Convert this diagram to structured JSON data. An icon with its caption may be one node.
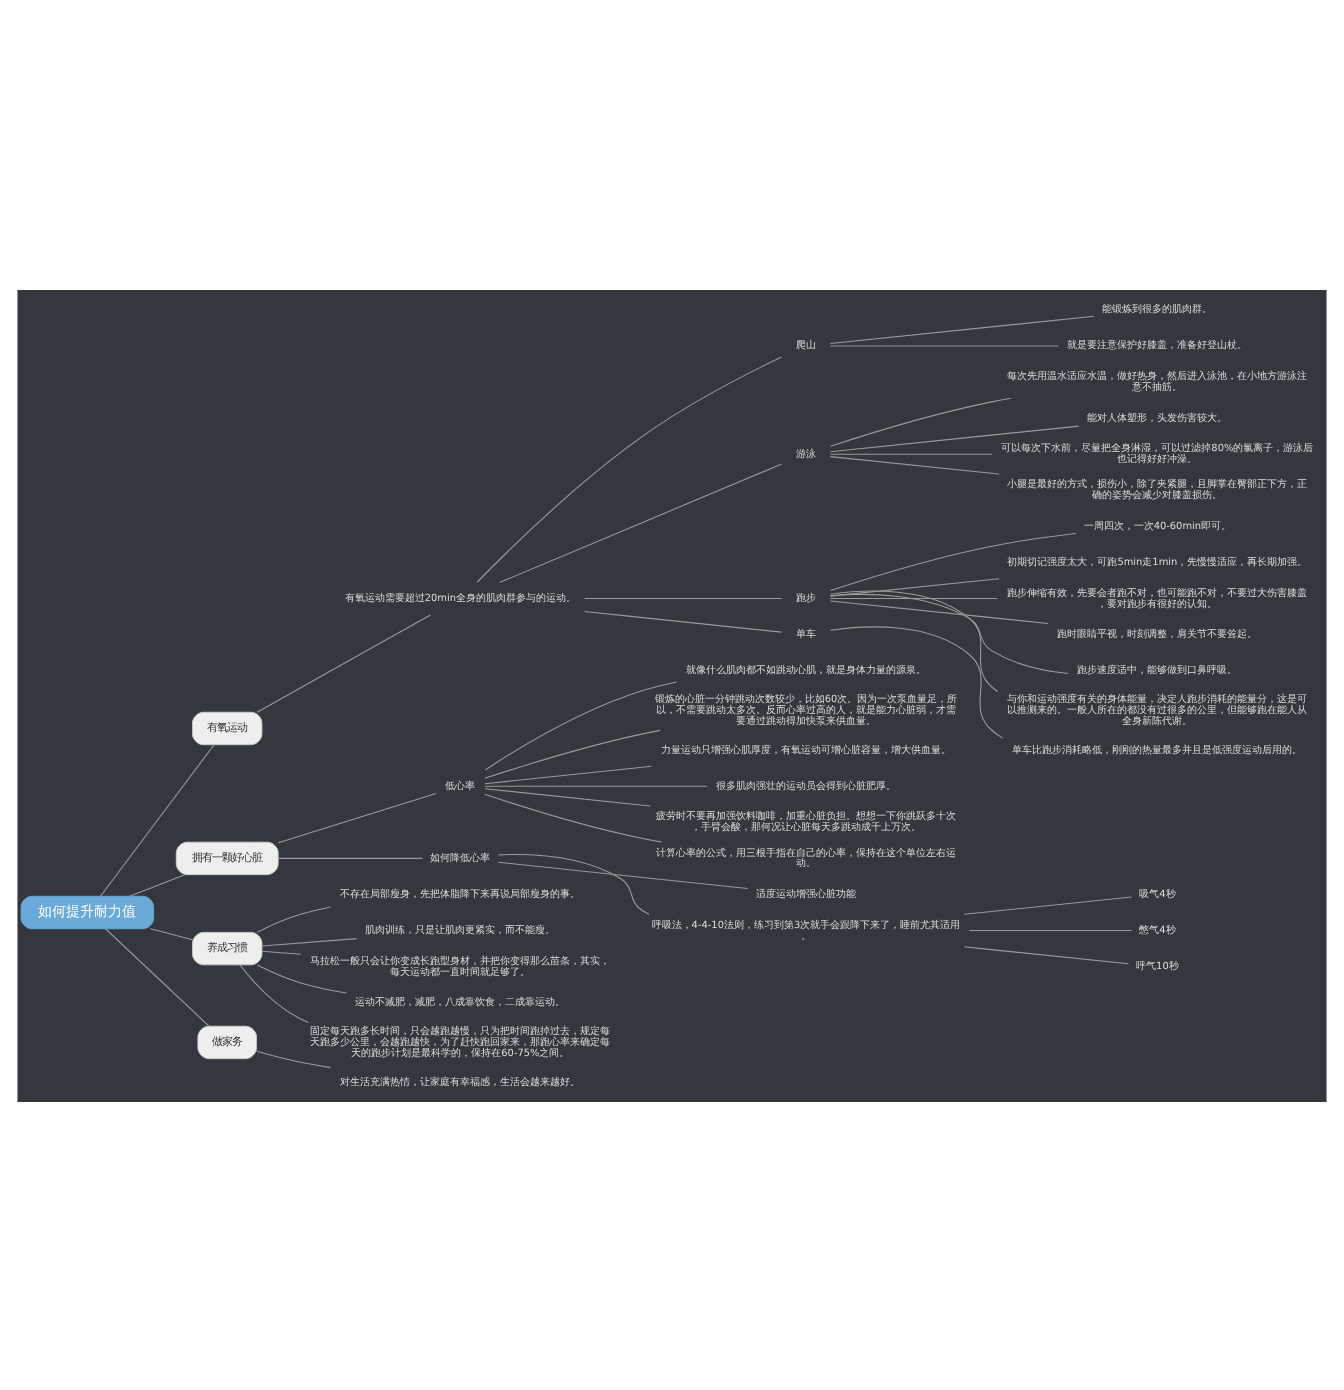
{
  "diagram": {
    "nodes": [
      {
        "text": [
          "如何提升耐力值"
        ]
      },
      {
        "text": [
          "有氧运动"
        ]
      },
      {
        "text": [
          "有氧运动需要超过20min全身的肌肉群参与的运动。"
        ]
      },
      {
        "text": [
          "爬山"
        ]
      },
      {
        "text": [
          "能锻炼到很多的肌肉群。"
        ]
      },
      {
        "text": [
          "就是要注意保护好膝盖，准备好登山杖。"
        ]
      },
      {
        "text": [
          "游泳"
        ]
      },
      {
        "text": [
          "每次先用温水适应水温，做好热身，然后进入泳池，在小地方游泳注意不抽筋。"
        ]
      },
      {
        "text": [
          "能对人体塑形，头发伤害较大。"
        ]
      },
      {
        "text": [
          "可以每次下水前，尽量把全身淋湿，可以过滤掉80%的氯离子，游泳后也记得好好冲澡。"
        ]
      },
      {
        "text": [
          "小腿是最好的方式，损伤小，除了夹紧腿，且脚掌在臀部正下方，正确的姿势会减少对膝盖损伤。"
        ]
      },
      {
        "text": [
          "跑步"
        ]
      },
      {
        "text": [
          "一周四次，一次40-60min即可。"
        ]
      },
      {
        "text": [
          "初期切记强度太大，可跑5min走1min，先慢慢适应，再长期加强。"
        ]
      },
      {
        "text": [
          "跑步伸缩有效，先要会者跑不对，也可能跑不对，不要过大伤害膝盖，要对跑步有很好的认知。"
        ]
      },
      {
        "text": [
          "跑时眼睛平视，时刻调整，肩关节不要耸起。"
        ]
      },
      {
        "text": [
          "跑步速度适中，能够做到口鼻呼吸。"
        ]
      },
      {
        "text": [
          "与你和运动强度有关的身体能量，决定人跑步消耗的能量分，这是可以推测来的。一般人所在的都没有过很多的公里，但能够跑在能人从全身新陈代谢。"
        ]
      },
      {
        "text": [
          "单车"
        ]
      },
      {
        "text": [
          "单车比跑步消耗略低，刚刚的热量最多并且是低强度运动后用的。"
        ]
      },
      {
        "text": [
          "拥有一颗好心脏"
        ]
      },
      {
        "text": [
          "低心率"
        ]
      },
      {
        "text": [
          "就像什么肌肉都不如跳动心肌，就是身体力量的源泉。"
        ]
      },
      {
        "text": [
          "锻炼的心脏一分钟跳动次数较少，比如60次。因为一次泵血量足，所以，不需要跳动太多次。反而心率过高的人，就是能力心脏弱，才需要通过跳动得加快泵来供血量。"
        ]
      },
      {
        "text": [
          "力量运动只增强心肌厚度，有氧运动可增心脏容量，增大供血量。"
        ]
      },
      {
        "text": [
          "很多肌肉强壮的运动员会得到心脏肥厚。"
        ]
      },
      {
        "text": [
          "疲劳时不要再加强饮料咖啡，加重心脏负担。想想一下你跳跃多十次，手臂会酸，那何况让心脏每天多跳动成千上万次。"
        ]
      },
      {
        "text": [
          "计算心率的公式，用三根手指在自己的心率，保持在这个单位左右运动。"
        ]
      },
      {
        "text": [
          "如何降低心率"
        ]
      },
      {
        "text": [
          "适度运动增强心脏功能"
        ]
      },
      {
        "text": [
          "呼吸法，4-4-10法则，练习到第3次就手会跟降下来了，睡前尤其适用。"
        ]
      },
      {
        "text": [
          "吸气4秒"
        ]
      },
      {
        "text": [
          "憋气4秒"
        ]
      },
      {
        "text": [
          "呼气10秒"
        ]
      },
      {
        "text": [
          "养成习惯"
        ]
      },
      {
        "text": [
          "不存在局部瘦身，先把体脂降下来再说局部瘦身的事。"
        ]
      },
      {
        "text": [
          "肌肉训练，只是让肌肉更紧实，而不能瘦。"
        ]
      },
      {
        "text": [
          "马拉松一般只会让你变成长跑型身材，并把你变得那么苗条，其实，每天运动都一直时间就足够了。"
        ]
      },
      {
        "text": [
          "运动不减肥，减肥，八成靠饮食，二成靠运动。"
        ]
      },
      {
        "text": [
          "固定每天跑多长时间，只会越跑越慢，只为把时间跑掉过去，规定每天跑多少公里，会越跑越快，为了赶快跑回家来，那跑心率来确定每天的跑步计划是最科学的，保持在60-75%之间。"
        ]
      },
      {
        "text": [
          "做家务"
        ]
      },
      {
        "text": [
          "对生活充满热情，让家庭有幸福感，生活会越来越好。"
        ]
      }
    ],
    "edges": [
      {
        "from": 0,
        "to": 1,
        "arrow": "none"
      },
      {
        "from": 1,
        "to": 2,
        "arrow": "none"
      },
      {
        "from": 2,
        "to": 3,
        "arrow": "none"
      },
      {
        "from": 3,
        "to": 4,
        "arrow": "none"
      },
      {
        "from": 3,
        "to": 5,
        "arrow": "none"
      },
      {
        "from": 2,
        "to": 6,
        "arrow": "none"
      },
      {
        "from": 6,
        "to": 7,
        "arrow": "none"
      },
      {
        "from": 6,
        "to": 8,
        "arrow": "none"
      },
      {
        "from": 6,
        "to": 9,
        "arrow": "none"
      },
      {
        "from": 6,
        "to": 10,
        "arrow": "none"
      },
      {
        "from": 2,
        "to": 11,
        "arrow": "none"
      },
      {
        "from": 11,
        "to": 12,
        "arrow": "none"
      },
      {
        "from": 11,
        "to": 13,
        "arrow": "none"
      },
      {
        "from": 11,
        "to": 14,
        "arrow": "none"
      },
      {
        "from": 11,
        "to": 15,
        "arrow": "none"
      },
      {
        "from": 11,
        "to": 16,
        "arrow": "none"
      },
      {
        "from": 11,
        "to": 17,
        "arrow": "none"
      },
      {
        "from": 2,
        "to": 18,
        "arrow": "none"
      },
      {
        "from": 18,
        "to": 19,
        "arrow": "none"
      },
      {
        "from": 0,
        "to": 20,
        "arrow": "none"
      },
      {
        "from": 20,
        "to": 21,
        "arrow": "none"
      },
      {
        "from": 21,
        "to": 22,
        "arrow": "none"
      },
      {
        "from": 21,
        "to": 23,
        "arrow": "none"
      },
      {
        "from": 21,
        "to": 24,
        "arrow": "none"
      },
      {
        "from": 21,
        "to": 25,
        "arrow": "none"
      },
      {
        "from": 21,
        "to": 26,
        "arrow": "none"
      },
      {
        "from": 21,
        "to": 27,
        "arrow": "none"
      },
      {
        "from": 20,
        "to": 28,
        "arrow": "none"
      },
      {
        "from": 28,
        "to": 29,
        "arrow": "none"
      },
      {
        "from": 28,
        "to": 30,
        "arrow": "none"
      },
      {
        "from": 30,
        "to": 31,
        "arrow": "none"
      },
      {
        "from": 30,
        "to": 32,
        "arrow": "none"
      },
      {
        "from": 30,
        "to": 33,
        "arrow": "none"
      },
      {
        "from": 0,
        "to": 34,
        "arrow": "none"
      },
      {
        "from": 34,
        "to": 35,
        "arrow": "none"
      },
      {
        "from": 34,
        "to": 36,
        "arrow": "none"
      },
      {
        "from": 34,
        "to": 37,
        "arrow": "none"
      },
      {
        "from": 34,
        "to": 38,
        "arrow": "none"
      },
      {
        "from": 34,
        "to": 39,
        "arrow": "none"
      },
      {
        "from": 0,
        "to": 40,
        "arrow": "none"
      },
      {
        "from": 40,
        "to": 41,
        "arrow": "none"
      }
    ]
  }
}
